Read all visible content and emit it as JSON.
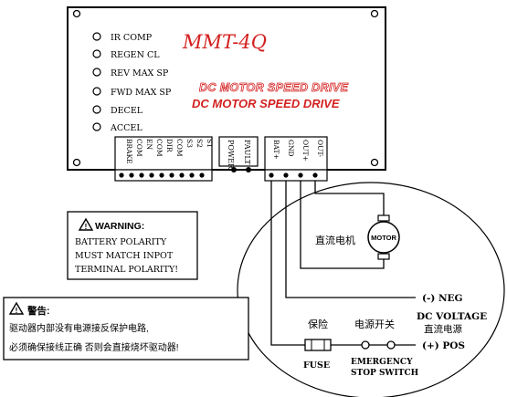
{
  "board": {
    "model": "MMT-4Q",
    "title_outline": "DC MOTOR SPEED DRIVE",
    "title_main": "DC MOTOR SPEED DRIVE",
    "colors": {
      "accent_red": "#d42020",
      "frame": "#000000"
    }
  },
  "pots": [
    {
      "label": "IR COMP"
    },
    {
      "label": "REGEN CL"
    },
    {
      "label": "REV MAX SP"
    },
    {
      "label": "FWD MAX SP"
    },
    {
      "label": "DECEL"
    },
    {
      "label": "ACCEL"
    }
  ],
  "terminal_block_left": [
    "BRAKE",
    "COM",
    "EN",
    "COM",
    "DIR",
    "COM",
    "S3",
    "S2",
    "S1"
  ],
  "leds": [
    "POWER",
    "FAULT"
  ],
  "terminal_block_right": [
    "BAT+",
    "GND",
    "OUT+",
    "OUT-"
  ],
  "warning_en": {
    "heading": "WARNING:",
    "lines": [
      "BATTERY POLARITY",
      "MUST MATCH INPOT",
      "TERMINAL POLARITY!"
    ]
  },
  "warning_cn": {
    "heading": "警告:",
    "lines": [
      "驱动器内部没有电源接反保护电路,",
      "必须确保接线正确  否则会直接烧坏驱动器!"
    ]
  },
  "wiring": {
    "motor_label": "MOTOR",
    "motor_cn": "直流电机",
    "neg_label": "(-) NEG",
    "dc_voltage": "DC VOLTAGE",
    "dc_source_cn": "直流电源",
    "pos_label": "(+) POS",
    "fuse_cn": "保险",
    "fuse_label": "FUSE",
    "switch_cn": "电源开关",
    "switch_label_1": "EMERGENCY",
    "switch_label_2": "STOP SWITCH"
  }
}
